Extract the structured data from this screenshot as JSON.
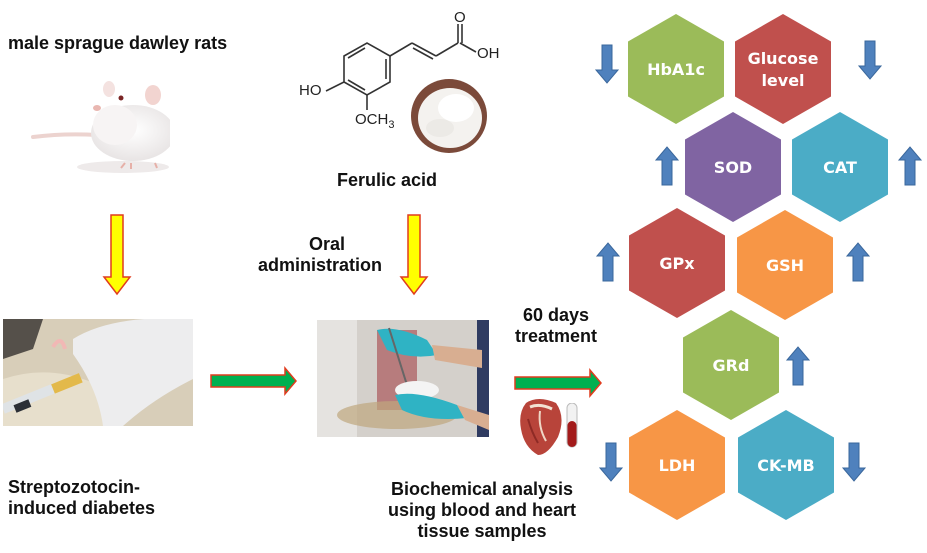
{
  "labels": {
    "rats": "male sprague dawley rats",
    "ferulic_acid": "Ferulic acid",
    "oral_line1": "Oral",
    "oral_line2": "administration",
    "stz_line1": "Streptozotocin-",
    "stz_line2": "induced diabetes",
    "treatment_line1": "60 days",
    "treatment_line2": "treatment",
    "analysis_line1": "Biochemical analysis",
    "analysis_line2": "using blood and heart",
    "analysis_line3": "tissue samples"
  },
  "chemistry": {
    "oxygen": "O",
    "hydroxyl_acid": "OH",
    "hydroxyl_ring": "HO",
    "methoxy": "OCH",
    "methoxy_subscript": "3"
  },
  "images": {
    "rat_photo": "white laboratory rat",
    "powder_photo": "ferulic acid powder in bowl",
    "injection_photo": "streptozotocin injection into rat",
    "gavage_photo": "oral gavage of rat with gloved hands",
    "heart_icon": "heart",
    "blood_tube_icon": "blood sample tube"
  },
  "colors": {
    "green": "#9BBB59",
    "red": "#C0504D",
    "purple": "#8064A2",
    "teal": "#4BACC6",
    "orange": "#F79646",
    "blue_arrow": "#4F81BD",
    "yellow_arrow": "#FFFF00",
    "green_arrow": "#00B050",
    "arrow_outline": "#E03C1E"
  },
  "biomarkers": [
    {
      "name": "HbA1c",
      "lines": [
        "HbA1c"
      ],
      "color": "#9BBB59",
      "change": "decrease"
    },
    {
      "name": "Glucose level",
      "lines": [
        "Glucose",
        "level"
      ],
      "color": "#C0504D",
      "change": "decrease"
    },
    {
      "name": "SOD",
      "lines": [
        "SOD"
      ],
      "color": "#8064A2",
      "change": "increase"
    },
    {
      "name": "CAT",
      "lines": [
        "CAT"
      ],
      "color": "#4BACC6",
      "change": "increase"
    },
    {
      "name": "GPx",
      "lines": [
        "GPx"
      ],
      "color": "#C0504D",
      "change": "increase"
    },
    {
      "name": "GSH",
      "lines": [
        "GSH"
      ],
      "color": "#F79646",
      "change": "increase"
    },
    {
      "name": "GRd",
      "lines": [
        "GRd"
      ],
      "color": "#9BBB59",
      "change": "increase"
    },
    {
      "name": "LDH",
      "lines": [
        "LDH"
      ],
      "color": "#F79646",
      "change": "decrease"
    },
    {
      "name": "CK-MB",
      "lines": [
        "CK-MB"
      ],
      "color": "#4BACC6",
      "change": "decrease"
    }
  ]
}
